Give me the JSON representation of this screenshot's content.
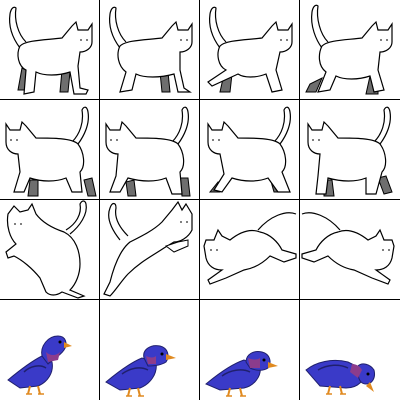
{
  "sheet": {
    "columns": 4,
    "rows": 4,
    "background": "#ffffff",
    "grid_color": "#000000"
  },
  "palette": {
    "cat_outline": "#000000",
    "cat_fill": "#ffffff",
    "cat_far_legs": "#6e6e6e",
    "pigeon_body": "#3a3ac8",
    "pigeon_dark": "#20206e",
    "pigeon_neck": "#8c3c8c",
    "pigeon_beak": "#e08a20",
    "pigeon_feet": "#e08a20"
  },
  "frames": [
    {
      "sprite": "cat",
      "animation": "walk",
      "frame": 1,
      "flip": false
    },
    {
      "sprite": "cat",
      "animation": "walk",
      "frame": 2,
      "flip": false
    },
    {
      "sprite": "cat",
      "animation": "walk",
      "frame": 3,
      "flip": false
    },
    {
      "sprite": "cat",
      "animation": "walk",
      "frame": 4,
      "flip": false
    },
    {
      "sprite": "cat",
      "animation": "walk",
      "frame": 5,
      "flip": false
    },
    {
      "sprite": "cat",
      "animation": "walk",
      "frame": 6,
      "flip": false
    },
    {
      "sprite": "cat",
      "animation": "walk",
      "frame": 7,
      "flip": false
    },
    {
      "sprite": "cat",
      "animation": "walk",
      "frame": 8,
      "flip": false
    },
    {
      "sprite": "cat",
      "animation": "pounce",
      "frame": 1,
      "flip": false
    },
    {
      "sprite": "cat",
      "animation": "pounce",
      "frame": 2,
      "flip": false
    },
    {
      "sprite": "cat",
      "animation": "leap",
      "frame": 1,
      "flip": true
    },
    {
      "sprite": "cat",
      "animation": "leap",
      "frame": 2,
      "flip": false
    },
    {
      "sprite": "pigeon",
      "animation": "idle",
      "frame": 1,
      "flip": false
    },
    {
      "sprite": "pigeon",
      "animation": "idle",
      "frame": 2,
      "flip": false
    },
    {
      "sprite": "pigeon",
      "animation": "idle",
      "frame": 3,
      "flip": false
    },
    {
      "sprite": "pigeon",
      "animation": "peck",
      "frame": 1,
      "flip": false
    }
  ]
}
